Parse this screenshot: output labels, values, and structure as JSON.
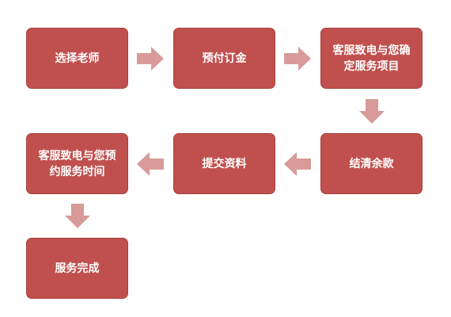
{
  "steps": [
    {
      "label": "选择老师"
    },
    {
      "label": "预付订金"
    },
    {
      "label": "客服致电与您确\n定服务项目"
    },
    {
      "label": "结清余款"
    },
    {
      "label": "提交资料"
    },
    {
      "label": "客服致电与您预\n约服务时间"
    },
    {
      "label": "服务完成"
    }
  ],
  "colors": {
    "box_fill": "#c0504d",
    "box_text": "#ffffff",
    "arrow_fill": "#d99a9a"
  }
}
